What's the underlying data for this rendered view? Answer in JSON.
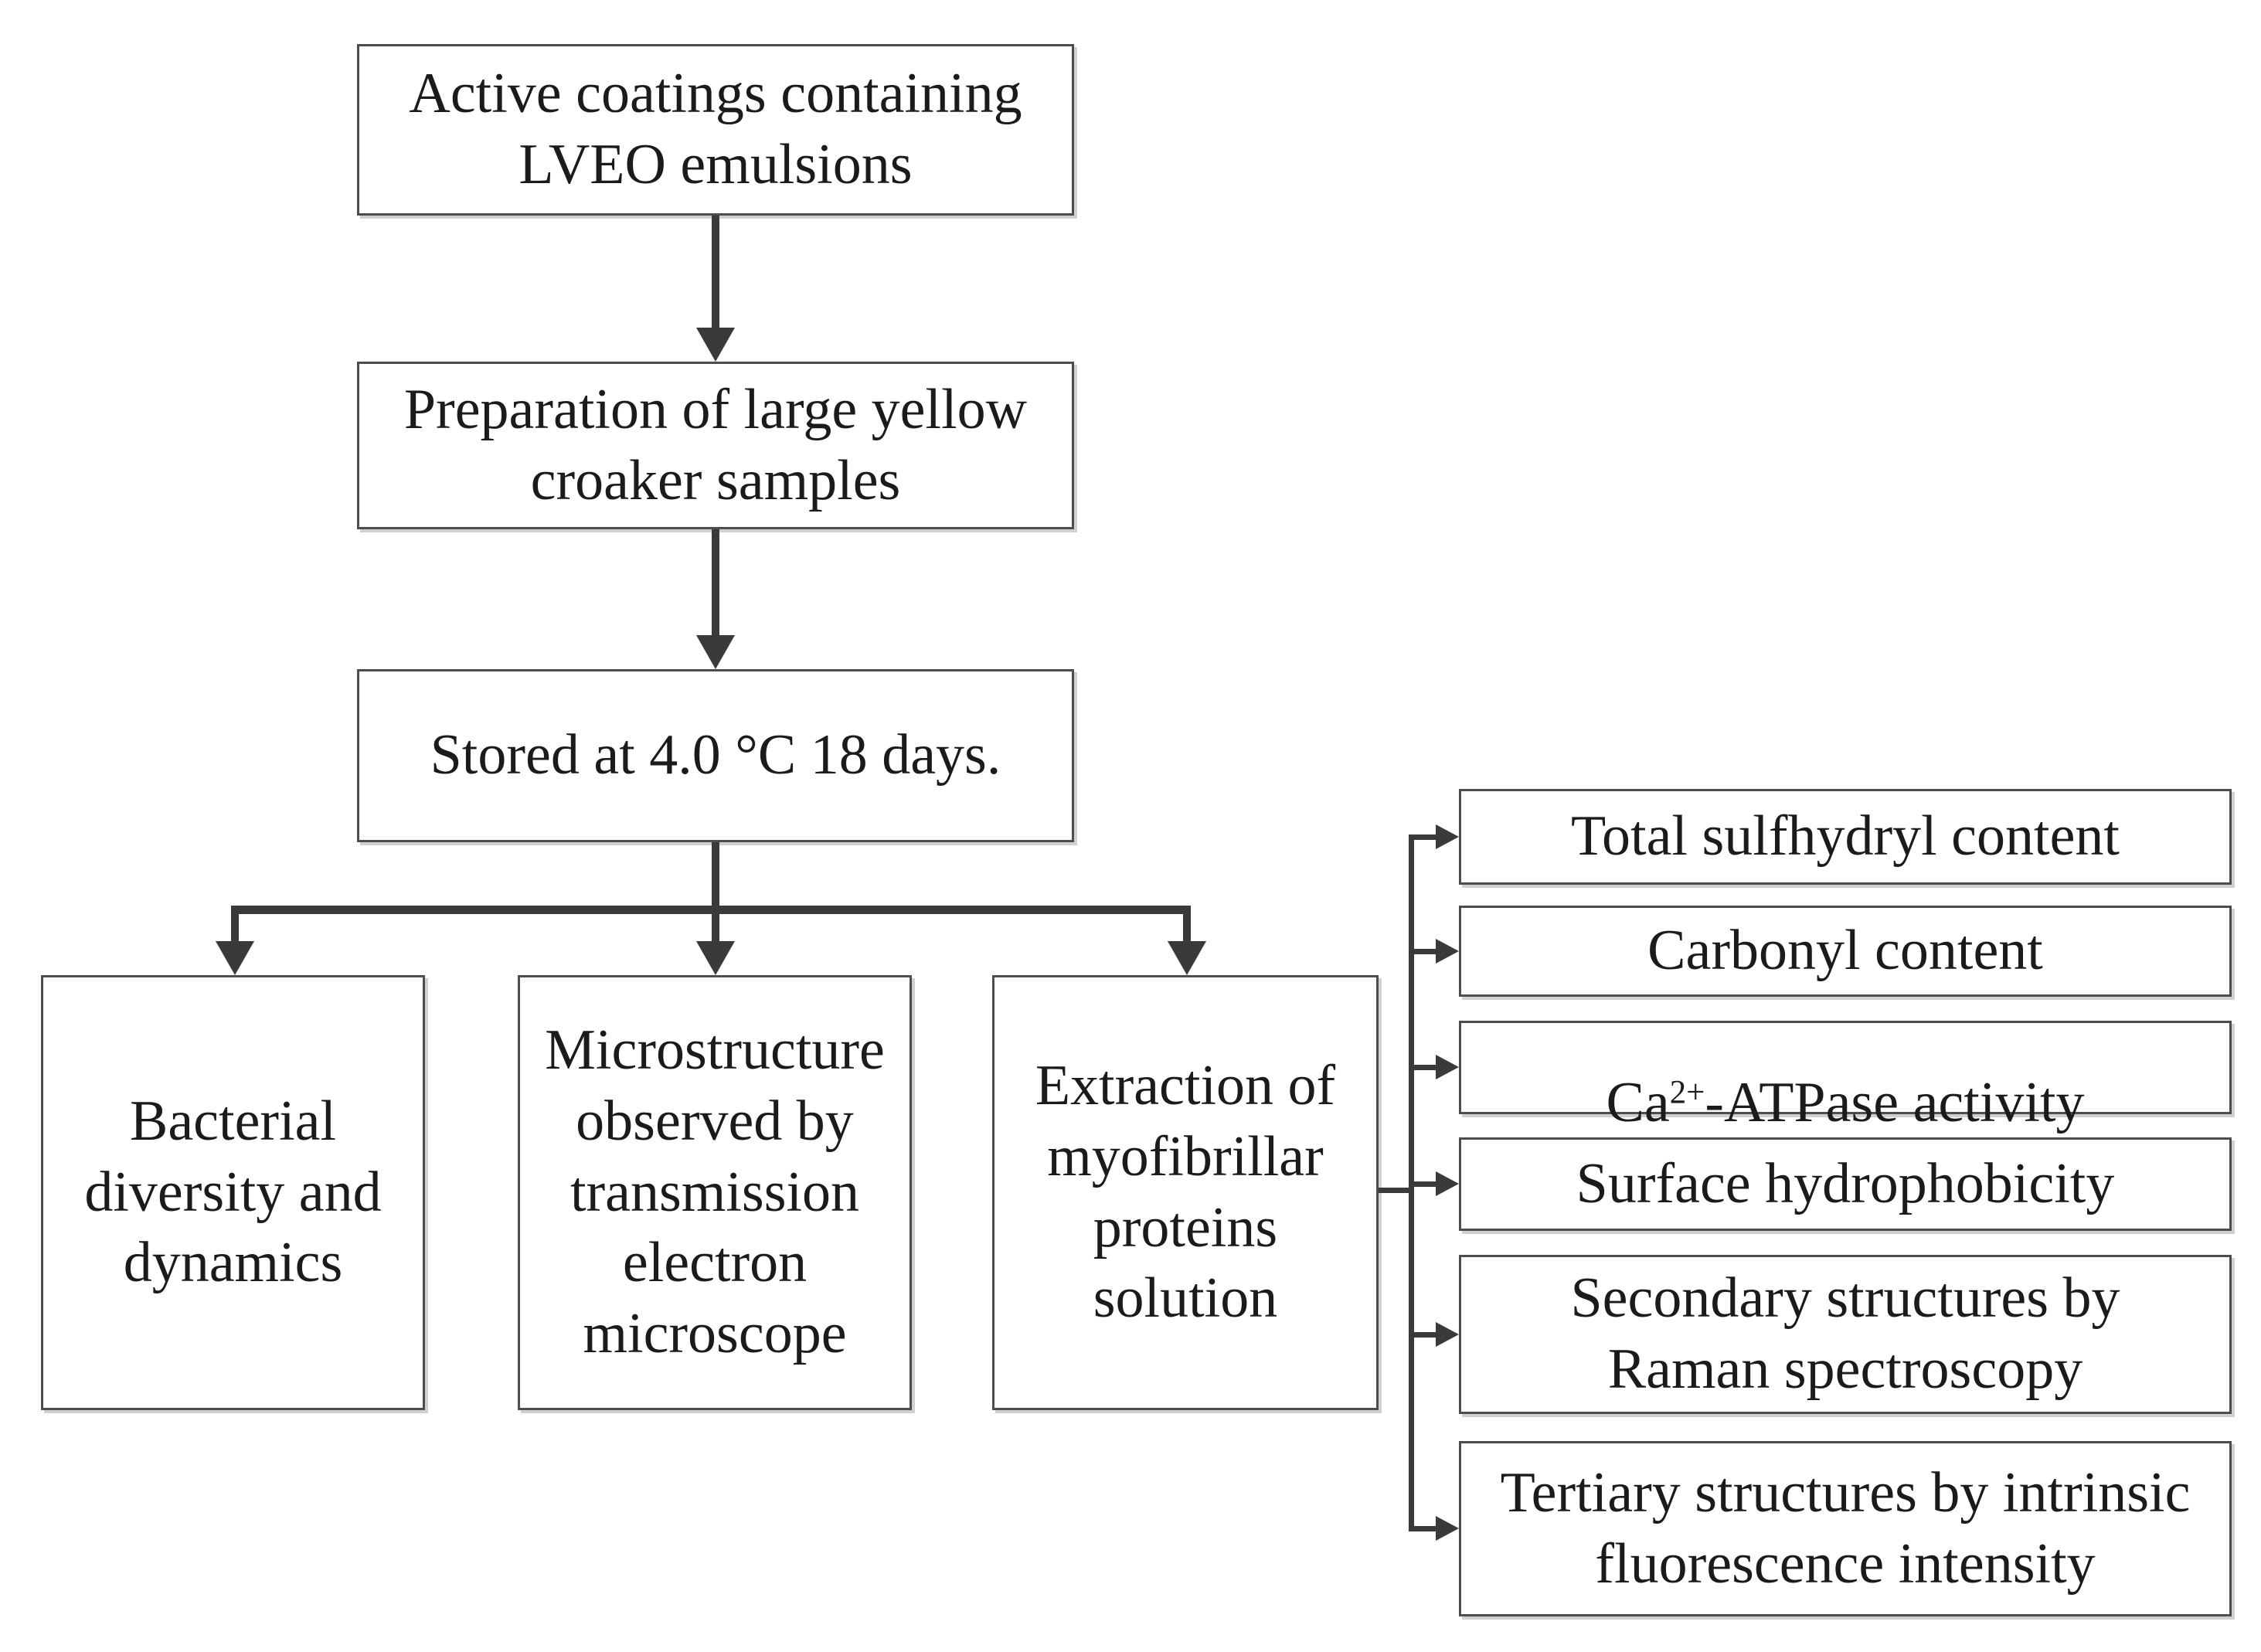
{
  "diagram": {
    "type": "flowchart",
    "nodes": {
      "active_coatings": {
        "label": "Active coatings containing\nLVEO emulsions"
      },
      "preparation": {
        "label": "Preparation of large yellow\ncroaker samples"
      },
      "stored": {
        "label": "Stored at 4.0 °C 18 days."
      },
      "bacterial": {
        "label": "Bacterial\ndiversity and\ndynamics"
      },
      "microstructure": {
        "label": "Microstructure\nobserved by\ntransmission\nelectron\nmicroscope"
      },
      "extraction": {
        "label": "Extraction of\nmyofibrillar\nproteins\nsolution"
      },
      "total_sulfhydryl": {
        "label": "Total sulfhydryl content"
      },
      "carbonyl": {
        "label": "Carbonyl content"
      },
      "ca_atpase": {
        "prefix": "Ca",
        "superscript": "2+",
        "suffix": "-ATPase activity"
      },
      "surface_hydrophobicity": {
        "label": "Surface hydrophobicity"
      },
      "secondary_structures": {
        "label": "Secondary structures by\nRaman spectroscopy"
      },
      "tertiary_structures": {
        "label": "Tertiary structures by intrinsic\nfluorescence intensity"
      }
    },
    "colors": {
      "background": "#ffffff",
      "box_border": "#4d4d4d",
      "arrow": "#3a3a3a",
      "text": "#1b1b1b"
    }
  }
}
